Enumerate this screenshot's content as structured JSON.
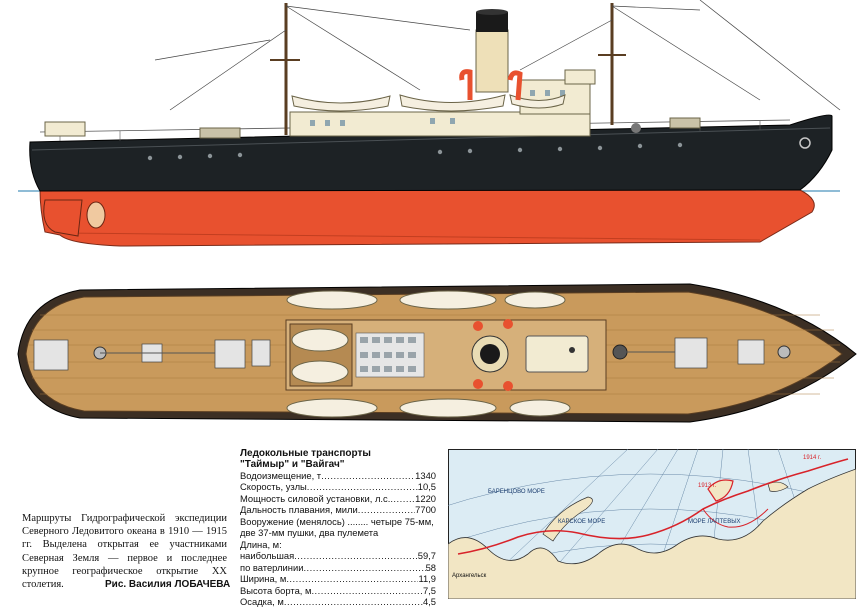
{
  "caption": {
    "text": "Маршруты Гидрографической экспедиции Северного Ледовитого океана в 1910 — 1915 гг. Выделена открытая ее участниками Северная Земля — первое и последнее крупное географическое открытие XX столетия.",
    "credit": "Рис. Василия ЛОБАЧЕВА"
  },
  "specs": {
    "title_line1": "Ледокольные транспорты",
    "title_line2": "\"Таймыр\" и \"Вайгач\"",
    "rows": [
      {
        "label": "Водоизмещение, т",
        "value": "1340"
      },
      {
        "label": "Скорость, узлы",
        "value": "10,5"
      },
      {
        "label": "Мощность силовой установки, л.с.",
        "value": "1220"
      },
      {
        "label": "Дальность плавания, мили",
        "value": "7700"
      }
    ],
    "armament_line1": "Вооружение (менялось) ........ четыре 75-мм,",
    "armament_line2": "две 37-мм пушки, два пулемета",
    "length_label": "Длина, м:",
    "rows2": [
      {
        "label": "наибольшая",
        "value": "59,7"
      },
      {
        "label": "по ватерлинии",
        "value": "58"
      },
      {
        "label": "Ширина, м",
        "value": "11,9"
      },
      {
        "label": "Высота борта, м",
        "value": "7,5"
      },
      {
        "label": "Осадка, м",
        "value": "4,5"
      }
    ]
  },
  "map": {
    "labels": {
      "sea_kara": "КАРСКОЕ МОРЕ",
      "sea_barents": "БАРЕНЦОВО МОРЕ",
      "sea_laptev": "МОРЕ ЛАПТЕВЫХ",
      "city": "Архангельск",
      "y1913": "1913 г.",
      "y1914": "1914 г."
    },
    "route_color": "#d8232a"
  },
  "colors": {
    "hull_black": "#1d2225",
    "hull_red": "#e8512f",
    "deck_wood": "#c99a5c"
  }
}
